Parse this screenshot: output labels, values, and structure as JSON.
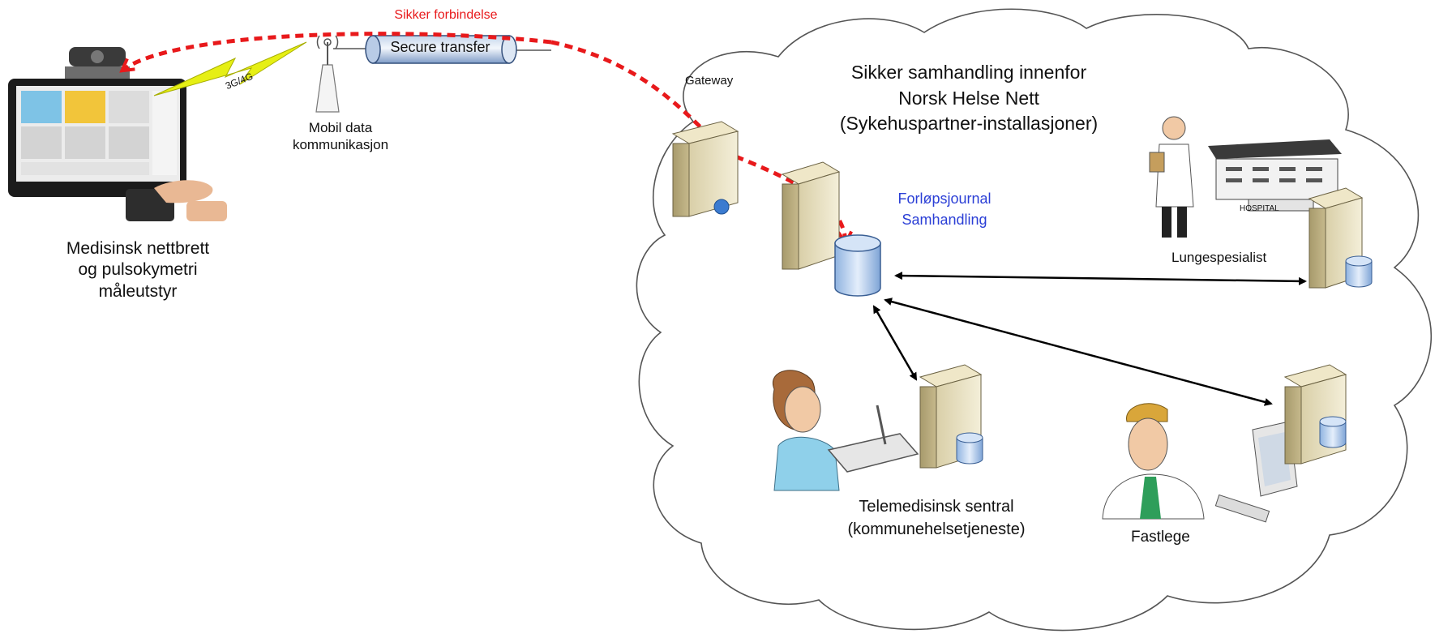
{
  "device": {
    "caption_lines": [
      "Medisinsk nettbrett",
      "og pulsokymetri",
      "måleutstyr"
    ]
  },
  "mobile": {
    "label_lines": [
      "Mobil data",
      "kommunikasjon"
    ],
    "network_label": "3G/4G"
  },
  "secure_link": {
    "label": "Sikker forbindelse",
    "tunnel_label": "Secure transfer",
    "color": "#e8191b"
  },
  "gateway": {
    "label": "Gateway"
  },
  "cloud": {
    "title_lines": [
      "Sikker samhandling innenfor",
      "Norsk Helse Nett",
      "(Sykehuspartner-installasjoner)"
    ]
  },
  "central": {
    "label_lines": [
      "Forløpsjournal",
      "Samhandling"
    ],
    "color": "#2b3fd6"
  },
  "hospital": {
    "sign": "HOSPITAL",
    "label": "Lungespesialist"
  },
  "telemed": {
    "label_lines": [
      "Telemedisinsk sentral",
      "(kommunehelsetjeneste)"
    ]
  },
  "gp": {
    "label": "Fastlege"
  }
}
